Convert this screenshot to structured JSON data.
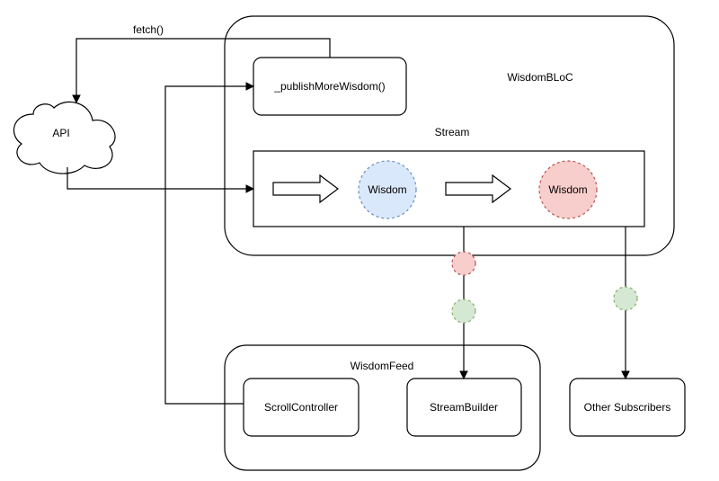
{
  "labels": {
    "fetch": "fetch()",
    "api": "API",
    "bloc": "WisdomBLoC",
    "publish": "_publishMoreWisdom()",
    "stream": "Stream",
    "wisdom_blue": "Wisdom",
    "wisdom_red": "Wisdom",
    "feed": "WisdomFeed",
    "scroll_controller": "ScrollController",
    "stream_builder": "StreamBuilder",
    "other_subscribers": "Other Subscribers"
  },
  "colors": {
    "wisdom_blue_fill": "#dae8fc",
    "wisdom_blue_stroke": "#6c8ebf",
    "wisdom_red_fill": "#f8cecc",
    "wisdom_red_stroke": "#b85450",
    "event_green_fill": "#d5e8d4",
    "event_green_stroke": "#82b366"
  }
}
